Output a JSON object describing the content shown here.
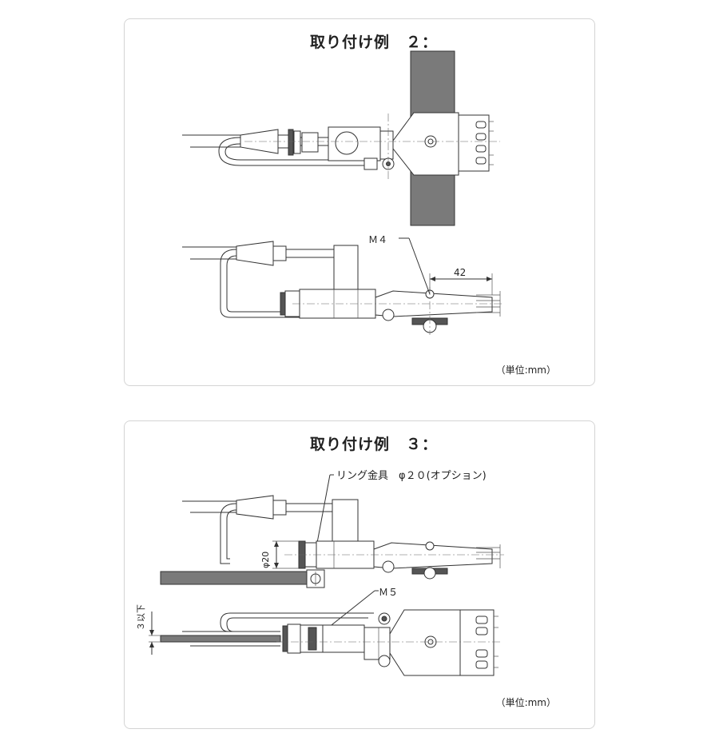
{
  "example2": {
    "title": "取り付け例　２：",
    "label_m4": "Ｍ４",
    "dimension_42": "42",
    "unit": "（単位:mm）"
  },
  "example3": {
    "title": "取り付け例　３：",
    "label_ring": "リング金具　φ２０(オプション)",
    "label_phi20": "φ20",
    "label_m5": "Ｍ５",
    "label_3max": "３以下",
    "unit": "（単位:mm）"
  }
}
